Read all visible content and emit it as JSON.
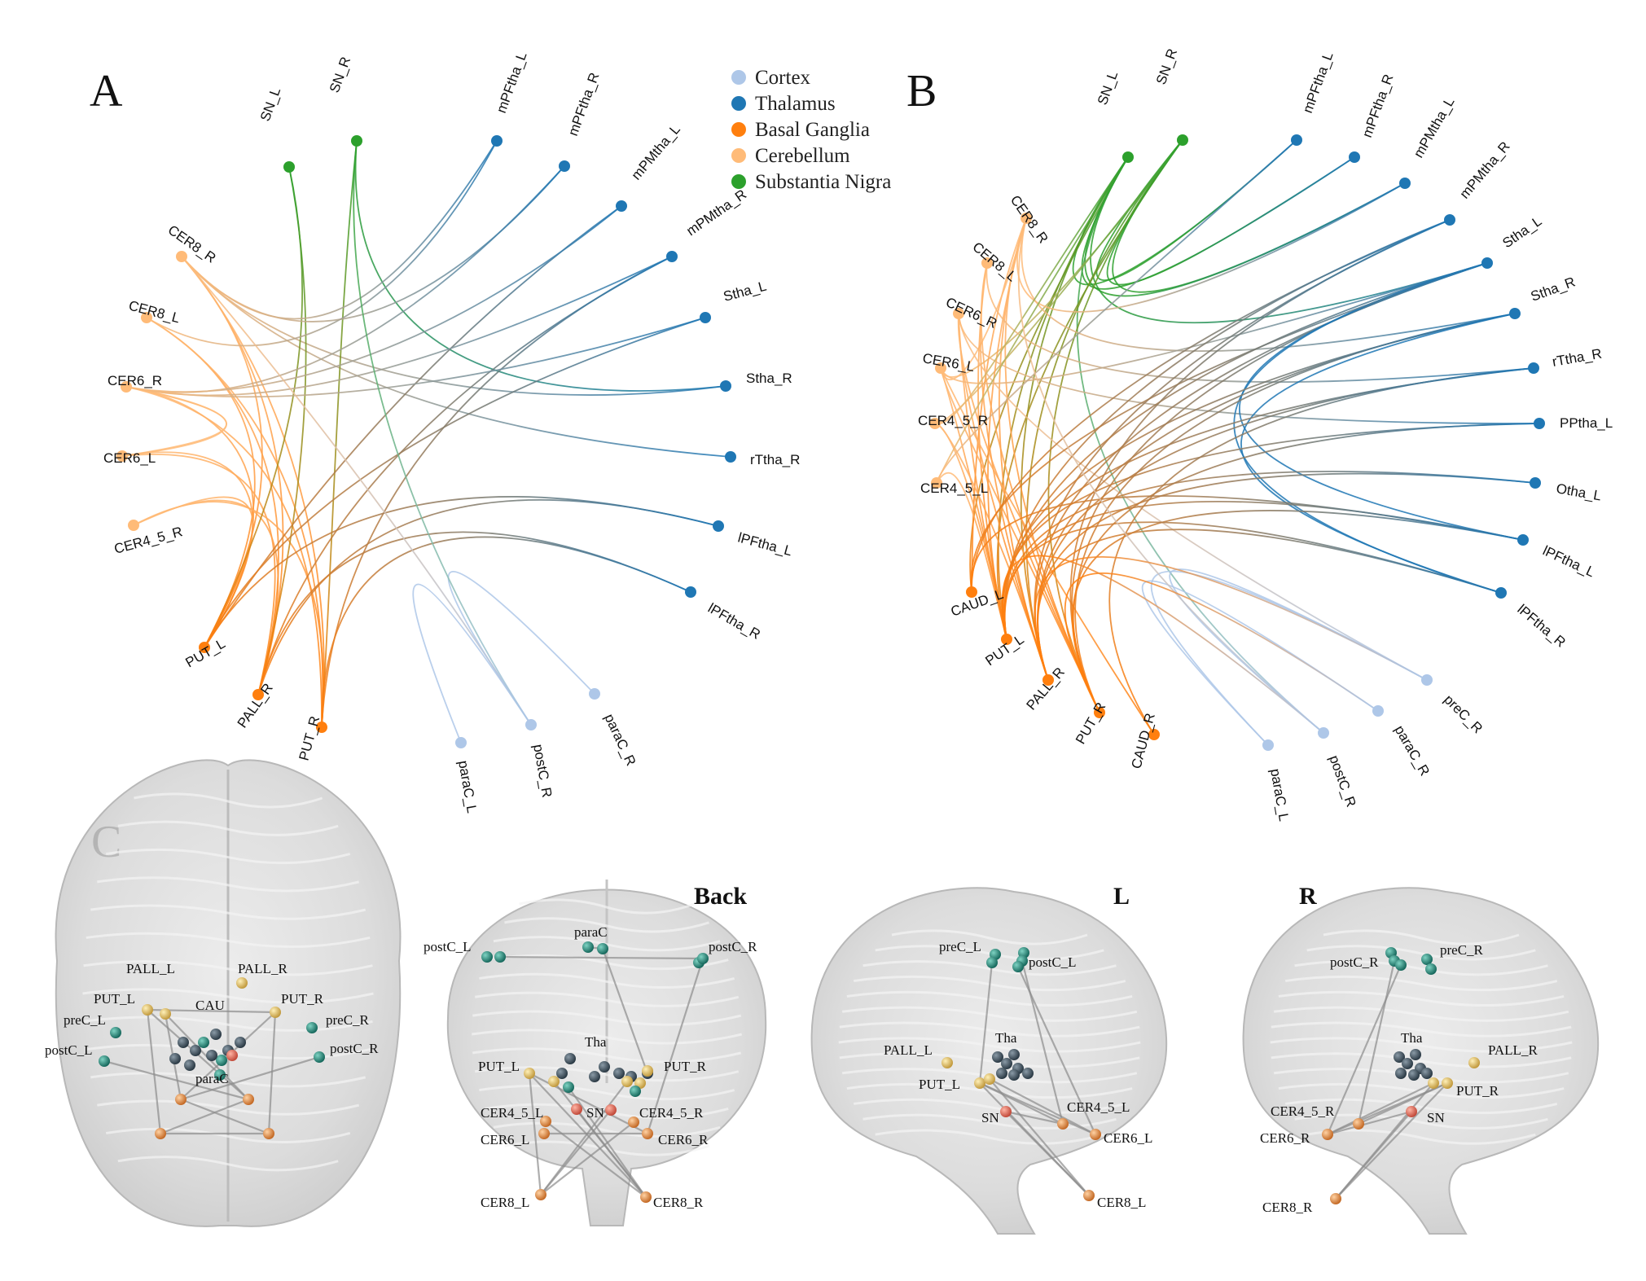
{
  "panels": {
    "a": "A",
    "b": "B",
    "c": "C"
  },
  "legend": [
    {
      "label": "Cortex",
      "color": "#aec7e8"
    },
    {
      "label": "Thalamus",
      "color": "#1f77b4"
    },
    {
      "label": "Basal Ganglia",
      "color": "#ff7f0e"
    },
    {
      "label": "Cerebellum",
      "color": "#ffbb78"
    },
    {
      "label": "Substantia Nigra",
      "color": "#2ca02c"
    }
  ],
  "group_colors": {
    "cortex": "#aec7e8",
    "thalamus": "#1f77b4",
    "basal_ganglia": "#ff7f0e",
    "cerebellum": "#ffbb78",
    "substantia_nigra": "#2ca02c"
  },
  "network_a": {
    "nodes": [
      {
        "id": "SN_L",
        "group": "substantia_nigra"
      },
      {
        "id": "SN_R",
        "group": "substantia_nigra"
      },
      {
        "id": "mPFtha_L",
        "group": "thalamus"
      },
      {
        "id": "mPFtha_R",
        "group": "thalamus"
      },
      {
        "id": "mPMtha_L",
        "group": "thalamus"
      },
      {
        "id": "mPMtha_R",
        "group": "thalamus"
      },
      {
        "id": "Stha_L",
        "group": "thalamus"
      },
      {
        "id": "Stha_R",
        "group": "thalamus"
      },
      {
        "id": "rTtha_R",
        "group": "thalamus"
      },
      {
        "id": "lPFtha_L",
        "group": "thalamus"
      },
      {
        "id": "lPFtha_R",
        "group": "thalamus"
      },
      {
        "id": "paraC_R",
        "group": "cortex"
      },
      {
        "id": "postC_R",
        "group": "cortex"
      },
      {
        "id": "paraC_L",
        "group": "cortex"
      },
      {
        "id": "PUT_R",
        "group": "basal_ganglia"
      },
      {
        "id": "PALL_R",
        "group": "basal_ganglia"
      },
      {
        "id": "PUT_L",
        "group": "basal_ganglia"
      },
      {
        "id": "CER4_5_R",
        "group": "cerebellum"
      },
      {
        "id": "CER6_L",
        "group": "cerebellum"
      },
      {
        "id": "CER6_R",
        "group": "cerebellum"
      },
      {
        "id": "CER8_L",
        "group": "cerebellum"
      },
      {
        "id": "CER8_R",
        "group": "cerebellum"
      }
    ],
    "edges": [
      [
        "CER8_R",
        "Stha_R"
      ],
      [
        "CER8_R",
        "rTtha_R"
      ],
      [
        "CER8_R",
        "PUT_L"
      ],
      [
        "CER8_R",
        "PALL_R"
      ],
      [
        "CER8_R",
        "PUT_R"
      ],
      [
        "CER8_L",
        "PUT_L"
      ],
      [
        "CER8_L",
        "PALL_R"
      ],
      [
        "CER8_L",
        "PUT_R"
      ],
      [
        "CER6_R",
        "PUT_L"
      ],
      [
        "CER6_R",
        "PUT_R"
      ],
      [
        "CER6_R",
        "CER6_L"
      ],
      [
        "CER6_R",
        "CER6_L"
      ],
      [
        "CER6_L",
        "PUT_L"
      ],
      [
        "CER6_L",
        "PALL_R"
      ],
      [
        "CER4_5_R",
        "PUT_L"
      ],
      [
        "CER4_5_R",
        "PALL_R"
      ],
      [
        "CER4_5_R",
        "PUT_R"
      ],
      [
        "SN_L",
        "PUT_L"
      ],
      [
        "SN_L",
        "PALL_R"
      ],
      [
        "SN_R",
        "Stha_R"
      ],
      [
        "SN_R",
        "PUT_R"
      ],
      [
        "mPFtha_L",
        "CER8_R"
      ],
      [
        "mPFtha_L",
        "CER8_L"
      ],
      [
        "mPFtha_R",
        "CER8_R"
      ],
      [
        "mPFtha_R",
        "CER6_R"
      ],
      [
        "mPMtha_L",
        "PUT_L"
      ],
      [
        "mPMtha_L",
        "CER6_R"
      ],
      [
        "mPMtha_R",
        "PALL_R"
      ],
      [
        "mPMtha_R",
        "PUT_R"
      ],
      [
        "mPMtha_R",
        "CER6_R"
      ],
      [
        "Stha_L",
        "PUT_L"
      ],
      [
        "Stha_L",
        "CER6_R"
      ],
      [
        "lPFtha_L",
        "PUT_L"
      ],
      [
        "lPFtha_L",
        "PALL_R"
      ],
      [
        "lPFtha_R",
        "PUT_R"
      ],
      [
        "lPFtha_R",
        "PALL_R"
      ],
      [
        "postC_R",
        "paraC_L"
      ],
      [
        "postC_R",
        "paraC_R"
      ],
      [
        "postC_R",
        "CER8_R"
      ],
      [
        "postC_R",
        "SN_R"
      ]
    ]
  },
  "network_b": {
    "nodes": [
      {
        "id": "SN_L",
        "group": "substantia_nigra"
      },
      {
        "id": "SN_R",
        "group": "substantia_nigra"
      },
      {
        "id": "mPFtha_L",
        "group": "thalamus"
      },
      {
        "id": "mPFtha_R",
        "group": "thalamus"
      },
      {
        "id": "mPMtha_L",
        "group": "thalamus"
      },
      {
        "id": "mPMtha_R",
        "group": "thalamus"
      },
      {
        "id": "Stha_L",
        "group": "thalamus"
      },
      {
        "id": "Stha_R",
        "group": "thalamus"
      },
      {
        "id": "rTtha_R",
        "group": "thalamus"
      },
      {
        "id": "PPtha_L",
        "group": "thalamus"
      },
      {
        "id": "Otha_L",
        "group": "thalamus"
      },
      {
        "id": "lPFtha_L",
        "group": "thalamus"
      },
      {
        "id": "lPFtha_R",
        "group": "thalamus"
      },
      {
        "id": "preC_R",
        "group": "cortex"
      },
      {
        "id": "paraC_R",
        "group": "cortex"
      },
      {
        "id": "postC_R",
        "group": "cortex"
      },
      {
        "id": "paraC_L",
        "group": "cortex"
      },
      {
        "id": "CAUD_R",
        "group": "basal_ganglia"
      },
      {
        "id": "PUT_R",
        "group": "basal_ganglia"
      },
      {
        "id": "PALL_R",
        "group": "basal_ganglia"
      },
      {
        "id": "PUT_L",
        "group": "basal_ganglia"
      },
      {
        "id": "CAUD_L",
        "group": "basal_ganglia"
      },
      {
        "id": "CER4_5_L",
        "group": "cerebellum"
      },
      {
        "id": "CER4_5_R",
        "group": "cerebellum"
      },
      {
        "id": "CER6_L",
        "group": "cerebellum"
      },
      {
        "id": "CER6_R",
        "group": "cerebellum"
      },
      {
        "id": "CER8_L",
        "group": "cerebellum"
      },
      {
        "id": "CER8_R",
        "group": "cerebellum"
      }
    ],
    "edges": [
      [
        "SN_L",
        "mPFtha_L"
      ],
      [
        "SN_L",
        "mPFtha_R"
      ],
      [
        "SN_L",
        "mPMtha_L"
      ],
      [
        "SN_L",
        "PUT_L"
      ],
      [
        "SN_L",
        "PALL_R"
      ],
      [
        "SN_L",
        "CAUD_L"
      ],
      [
        "SN_L",
        "Stha_L"
      ],
      [
        "SN_L",
        "postC_R"
      ],
      [
        "SN_R",
        "mPFtha_L"
      ],
      [
        "SN_R",
        "mPFtha_R"
      ],
      [
        "SN_R",
        "mPMtha_L"
      ],
      [
        "SN_R",
        "PUT_R"
      ],
      [
        "SN_R",
        "PALL_R"
      ],
      [
        "SN_R",
        "PUT_L"
      ],
      [
        "SN_R",
        "CER6_L"
      ],
      [
        "SN_R",
        "CER4_5_R"
      ],
      [
        "CER8_R",
        "mPMtha_L"
      ],
      [
        "CER8_R",
        "Stha_R"
      ],
      [
        "CER8_R",
        "PUT_L"
      ],
      [
        "CER8_R",
        "PALL_R"
      ],
      [
        "CER8_R",
        "PUT_R"
      ],
      [
        "CER8_R",
        "CAUD_L"
      ],
      [
        "CER8_R",
        "CER6_L"
      ],
      [
        "CER8_L",
        "PUT_L"
      ],
      [
        "CER8_L",
        "PALL_R"
      ],
      [
        "CER8_L",
        "PUT_R"
      ],
      [
        "CER8_L",
        "rTtha_R"
      ],
      [
        "CER6_R",
        "PUT_L"
      ],
      [
        "CER6_R",
        "PALL_R"
      ],
      [
        "CER6_R",
        "PUT_R"
      ],
      [
        "CER6_R",
        "preC_R"
      ],
      [
        "CER6_R",
        "PPtha_L"
      ],
      [
        "CER6_L",
        "PUT_L"
      ],
      [
        "CER6_L",
        "PUT_R"
      ],
      [
        "CER6_L",
        "CAUD_R"
      ],
      [
        "CER6_L",
        "Stha_L"
      ],
      [
        "CER4_5_R",
        "PUT_L"
      ],
      [
        "CER4_5_R",
        "PALL_R"
      ],
      [
        "CER4_5_R",
        "SN_L"
      ],
      [
        "CER4_5_L",
        "PUT_L"
      ],
      [
        "CER4_5_L",
        "SN_L"
      ],
      [
        "CER4_5_L",
        "mPFtha_L"
      ],
      [
        "mPMtha_R",
        "PUT_L"
      ],
      [
        "mPMtha_R",
        "PALL_R"
      ],
      [
        "mPMtha_R",
        "PUT_R"
      ],
      [
        "mPMtha_R",
        "CAUD_L"
      ],
      [
        "Stha_L",
        "PUT_L"
      ],
      [
        "Stha_L",
        "PALL_R"
      ],
      [
        "Stha_L",
        "PUT_R"
      ],
      [
        "Stha_L",
        "lPFtha_L"
      ],
      [
        "Stha_L",
        "lPFtha_R"
      ],
      [
        "Stha_L",
        "CAUD_L"
      ],
      [
        "Stha_R",
        "PUT_L"
      ],
      [
        "Stha_R",
        "PALL_R"
      ],
      [
        "Stha_R",
        "PUT_R"
      ],
      [
        "Stha_R",
        "lPFtha_R"
      ],
      [
        "rTtha_R",
        "PUT_L"
      ],
      [
        "rTtha_R",
        "PALL_R"
      ],
      [
        "rTtha_R",
        "CAUD_R"
      ],
      [
        "PPtha_L",
        "PUT_L"
      ],
      [
        "PPtha_L",
        "PUT_R"
      ],
      [
        "Otha_L",
        "PALL_R"
      ],
      [
        "Otha_L",
        "PUT_L"
      ],
      [
        "lPFtha_L",
        "PUT_L"
      ],
      [
        "lPFtha_L",
        "PUT_R"
      ],
      [
        "lPFtha_L",
        "CAUD_L"
      ],
      [
        "lPFtha_R",
        "PALL_R"
      ],
      [
        "lPFtha_R",
        "PUT_L"
      ],
      [
        "paraC_L",
        "preC_R"
      ],
      [
        "paraC_L",
        "paraC_R"
      ],
      [
        "postC_R",
        "preC_R"
      ],
      [
        "postC_R",
        "CER8_R"
      ],
      [
        "paraC_R",
        "PUT_R"
      ],
      [
        "preC_R",
        "PALL_R"
      ],
      [
        "postC_R",
        "PUT_L"
      ]
    ]
  },
  "brain_views": [
    {
      "title": "",
      "labels": [
        "PALL_L",
        "PALL_R",
        "PUT_L",
        "CAU",
        "PUT_R",
        "preC_L",
        "preC_R",
        "postC_L",
        "postC_R",
        "paraC"
      ]
    },
    {
      "title": "Back",
      "labels": [
        "postC_L",
        "paraC",
        "postC_R",
        "Tha",
        "PUT_L",
        "PUT_R",
        "CER4_5_L",
        "SN",
        "CER4_5_R",
        "CER6_L",
        "CER6_R",
        "CER8_L",
        "CER8_R"
      ]
    },
    {
      "title": "L",
      "labels": [
        "preC_L",
        "postC_L",
        "Tha",
        "PALL_L",
        "PUT_L",
        "SN",
        "CER4_5_L",
        "CER6_L",
        "CER8_L"
      ]
    },
    {
      "title": "R",
      "labels": [
        "postC_R",
        "preC_R",
        "Tha",
        "PALL_R",
        "PUT_R",
        "CER4_5_R",
        "SN",
        "CER6_R",
        "CER8_R"
      ]
    }
  ]
}
